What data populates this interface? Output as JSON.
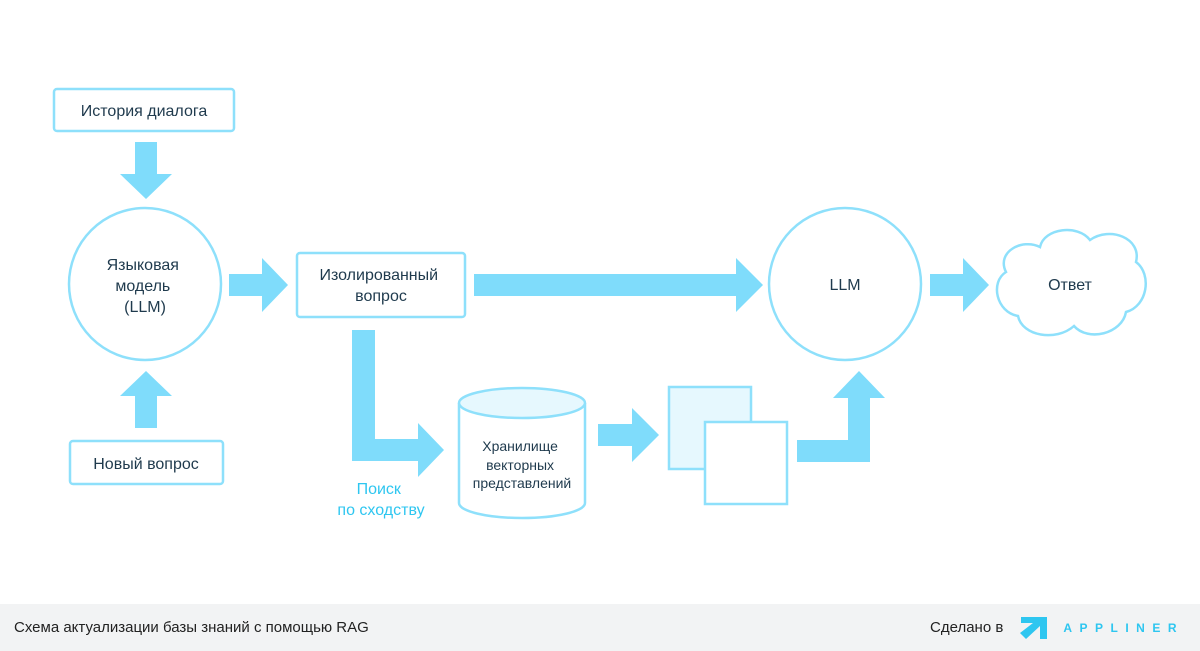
{
  "diagram": {
    "nodes": {
      "history": "История диалога",
      "llm_lang": [
        "Языковая",
        "модель",
        "(LLM)"
      ],
      "new_question": "Новый вопрос",
      "isolated": [
        "Изолированный",
        "вопрос"
      ],
      "storage": [
        "Хранилище",
        "векторных",
        "представлений"
      ],
      "llm": "LLM",
      "answer": "Ответ"
    },
    "edge_labels": {
      "similarity": [
        "Поиск",
        "по сходству"
      ]
    },
    "colors": {
      "arrow": "#7fdcfb",
      "outline": "#8ee0fb",
      "fill_light": "#e6f8fe",
      "text": "#1f3a4d",
      "accent": "#2ec6f0"
    }
  },
  "footer": {
    "caption": "Схема актуализации базы знаний с помощью RAG",
    "made_in": "Сделано в",
    "brand": "APPLINER",
    "brand_icon": "appliner-logo-icon"
  }
}
